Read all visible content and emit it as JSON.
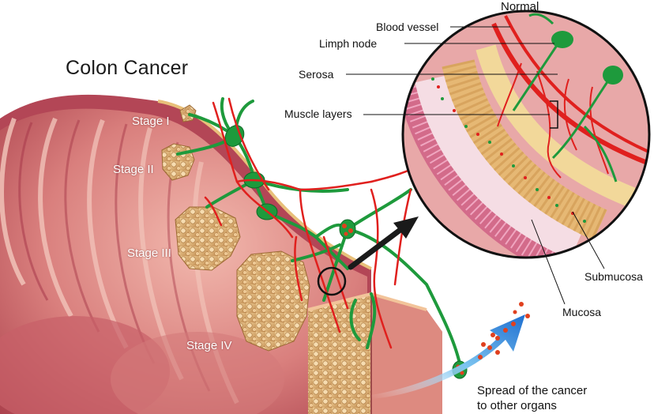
{
  "title": "Colon Cancer",
  "stages": [
    "Stage I",
    "Stage II",
    "Stage III",
    "Stage IV"
  ],
  "labels": {
    "normal": "Normal",
    "blood_vessel": "Blood vessel",
    "limph_node": "Limph node",
    "serosa": "Serosa",
    "muscle_layers": "Muscle layers",
    "submucosa": "Submucosa",
    "mucosa": "Mucosa"
  },
  "spread": {
    "line1": "Spread of the cancer",
    "line2": "to other organs"
  },
  "colors": {
    "colon_wall": "#c9646a",
    "colon_inner": "#e8a09a",
    "tumor": "#d9ad72",
    "vessel_red": "#e0201e",
    "lymph_green": "#1e9a3c",
    "arrow": "#1a1a1a"
  }
}
